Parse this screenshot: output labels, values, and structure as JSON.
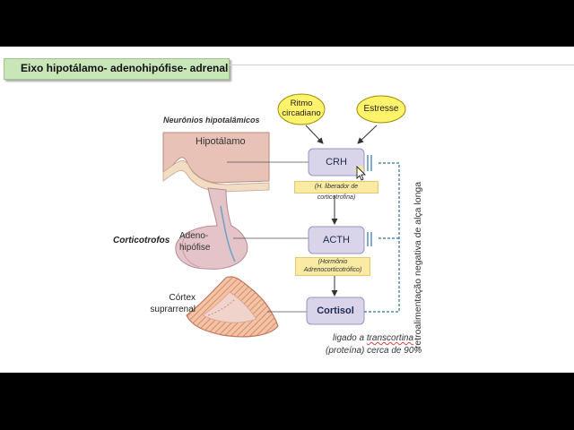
{
  "title": "Eixo hipotálamo- adenohipófise- adrenal",
  "labels": {
    "neurons": "Neurônios hipotalâmicos",
    "hypothalamus": "Hipotálamo",
    "adeno_line1": "Adeno-",
    "adeno_line2": "hipófise",
    "corticotrofos": "Corticotrofos",
    "cortex_line1": "Córtex",
    "cortex_line2": "suprarrenal"
  },
  "stimuli": {
    "rhythm_line1": "Ritmo",
    "rhythm_line2": "circadiano",
    "stress": "Estresse"
  },
  "hormones": {
    "crh": "CRH",
    "crh_note": "(H. liberador de corticotrofina)",
    "acth": "ACTH",
    "acth_note_line1": "(Hormônio",
    "acth_note_line2": "Adrenocorticotrófico)",
    "cortisol": "Cortisol"
  },
  "feedback_label": "retroalimentação negativa de alça longa",
  "annotation": {
    "line1_prefix": "ligado a ",
    "line1_term": "transcortina",
    "line2": "(proteína) cerca de 90%"
  },
  "colors": {
    "box_fill": "#d9d4ea",
    "stimulus_fill": "#fff36b",
    "feedback_line": "#2f6fa8",
    "title_bg": "#c8e6b8"
  }
}
